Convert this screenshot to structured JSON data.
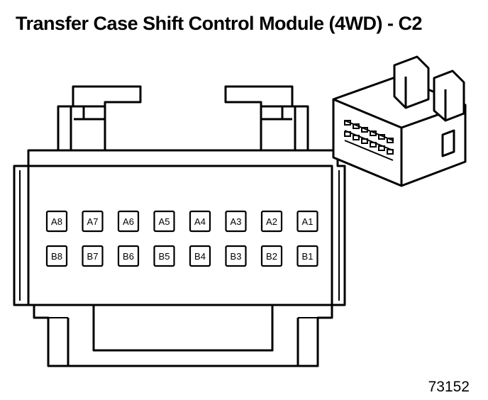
{
  "title": "Transfer Case Shift Control Module (4WD) - C2",
  "figure_number": "73152",
  "pins": {
    "row_a": [
      "A8",
      "A7",
      "A6",
      "A5",
      "A4",
      "A3",
      "A2",
      "A1"
    ],
    "row_b": [
      "B8",
      "B7",
      "B6",
      "B5",
      "B4",
      "B3",
      "B2",
      "B1"
    ]
  }
}
